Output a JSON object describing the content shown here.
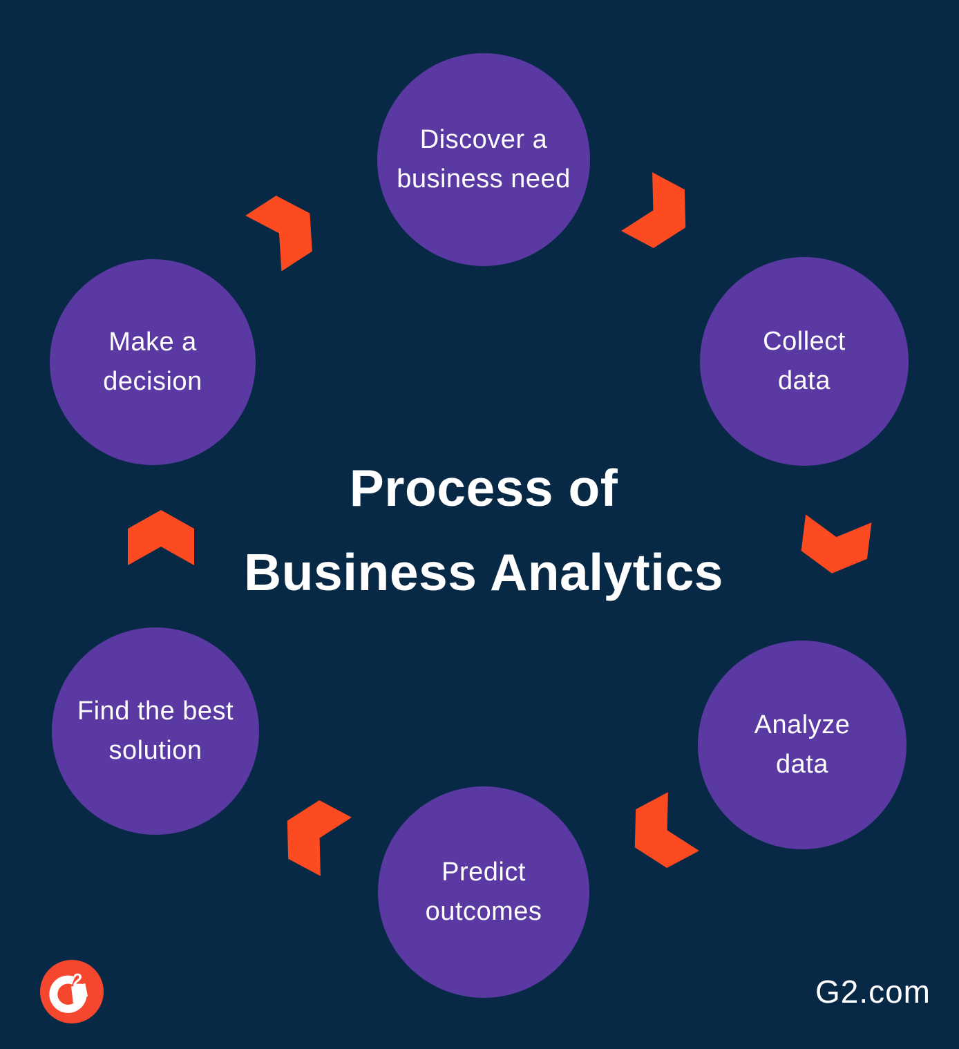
{
  "colors": {
    "background": "#082946",
    "node-fill": "#5A39A3",
    "arrow": "#FC4A21",
    "brand": "#F5472E",
    "text": "#FFFFFF"
  },
  "title": {
    "line1": "Process of",
    "line2": "Business Analytics"
  },
  "nodes": [
    {
      "id": "discover",
      "line1": "Discover a",
      "line2": "business need"
    },
    {
      "id": "collect",
      "line1": "Collect",
      "line2": "data"
    },
    {
      "id": "analyze",
      "line1": "Analyze",
      "line2": "data"
    },
    {
      "id": "predict",
      "line1": "Predict",
      "line2": "outcomes"
    },
    {
      "id": "find",
      "line1": "Find the best",
      "line2": "solution"
    },
    {
      "id": "decide",
      "line1": "Make a",
      "line2": "decision"
    }
  ],
  "logo": {
    "superscript": "2"
  },
  "footer": {
    "site": "G2.com"
  }
}
